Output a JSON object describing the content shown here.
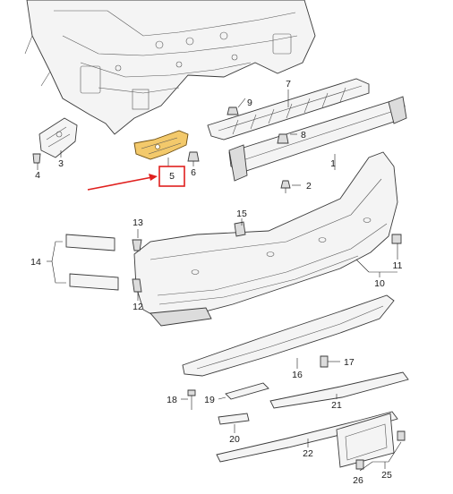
{
  "diagram": {
    "highlight_color": "#f3c96b",
    "marker_color": "#e0201e",
    "highlighted_part": "5",
    "callouts": [
      {
        "id": "c1",
        "label": "1"
      },
      {
        "id": "c2",
        "label": "2"
      },
      {
        "id": "c3",
        "label": "3"
      },
      {
        "id": "c4",
        "label": "4"
      },
      {
        "id": "c5",
        "label": "5"
      },
      {
        "id": "c6",
        "label": "6"
      },
      {
        "id": "c7",
        "label": "7"
      },
      {
        "id": "c8",
        "label": "8"
      },
      {
        "id": "c9",
        "label": "9"
      },
      {
        "id": "c10",
        "label": "10"
      },
      {
        "id": "c11",
        "label": "11"
      },
      {
        "id": "c12",
        "label": "12"
      },
      {
        "id": "c13",
        "label": "13"
      },
      {
        "id": "c14",
        "label": "14"
      },
      {
        "id": "c15",
        "label": "15"
      },
      {
        "id": "c16",
        "label": "16"
      },
      {
        "id": "c17",
        "label": "17"
      },
      {
        "id": "c18",
        "label": "18"
      },
      {
        "id": "c19",
        "label": "19"
      },
      {
        "id": "c20",
        "label": "20"
      },
      {
        "id": "c21",
        "label": "21"
      },
      {
        "id": "c22",
        "label": "22"
      },
      {
        "id": "c25",
        "label": "25"
      },
      {
        "id": "c26",
        "label": "26"
      }
    ]
  }
}
